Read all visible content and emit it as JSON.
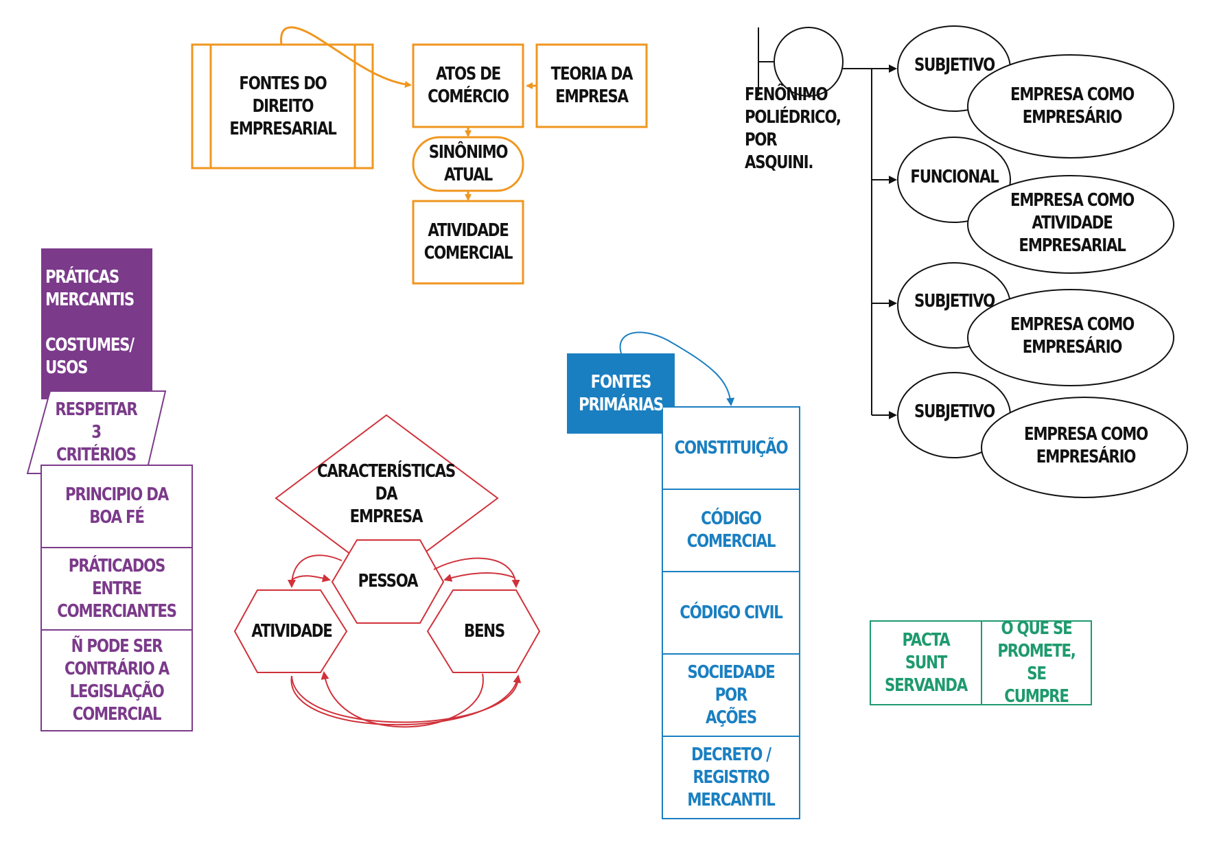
{
  "orange_group": {
    "fontes_label": "FONTES DO\nDIREITO\nEMPRESARIAL",
    "atos_label": "ATOS DE\nCOMÉRCIO",
    "teoria_label": "TEORIA DA\nEMPRESA",
    "sinonimo_label": "SINÔNIMO\nATUAL",
    "atividade_label": "ATIVIDADE\nCOMERCIAL",
    "color": "#f0961e"
  },
  "purple_group": {
    "header_label": "PRÁTICAS\nMERCANTIS\n\nCOSTUMES/\nUSOS",
    "criterios_label": "RESPEITAR 3\nCRITÉRIOS",
    "items": [
      "PRINCIPIO DA BOA FÉ",
      "PRÁTICADOS ENTRE\nCOMERCIANTES",
      "Ñ PODE SER\nCONTRÁRIO A\nLEGISLAÇÃO\nCOMERCIAL"
    ],
    "color": "#7b3a8a"
  },
  "red_group": {
    "diamond_label": "CARACTERÍSTICAS DA\nEMPRESA",
    "pessoa_label": "PESSOA",
    "atividade_label": "ATIVIDADE",
    "bens_label": "BENS",
    "color": "#d0313a"
  },
  "blue_group": {
    "header_label": "FONTES\nPRIMÁRIAS",
    "items": [
      "CONSTITUIÇÃO",
      "CÓDIGO\nCOMERCIAL",
      "CÓDIGO CIVIL",
      "SOCIEDADE POR\nAÇÕES",
      "DECRETO /\nREGISTRO\nMERCANTIL"
    ],
    "color": "#1a7fc1"
  },
  "black_group": {
    "root_label": "FENÔNIMO\nPOLIÉDRICO, POR\nASQUINI.",
    "branches": [
      {
        "type": "SUBJETIVO",
        "desc": "EMPRESA COMO EMPRESÁRIO"
      },
      {
        "type": "FUNCIONAL",
        "desc": "EMPRESA COMO ATIVIDADE\nEMPRESARIAL"
      },
      {
        "type": "SUBJETIVO",
        "desc": "EMPRESA COMO EMPRESÁRIO"
      },
      {
        "type": "SUBJETIVO",
        "desc": "EMPRESA COMO EMPRESÁRIO"
      }
    ]
  },
  "green_group": {
    "left_label": "PACTA SUNT\nSERVANDA",
    "right_label": "O QUE SE\nPROMETE, SE\nCUMPRE",
    "color": "#1e9a6e"
  }
}
